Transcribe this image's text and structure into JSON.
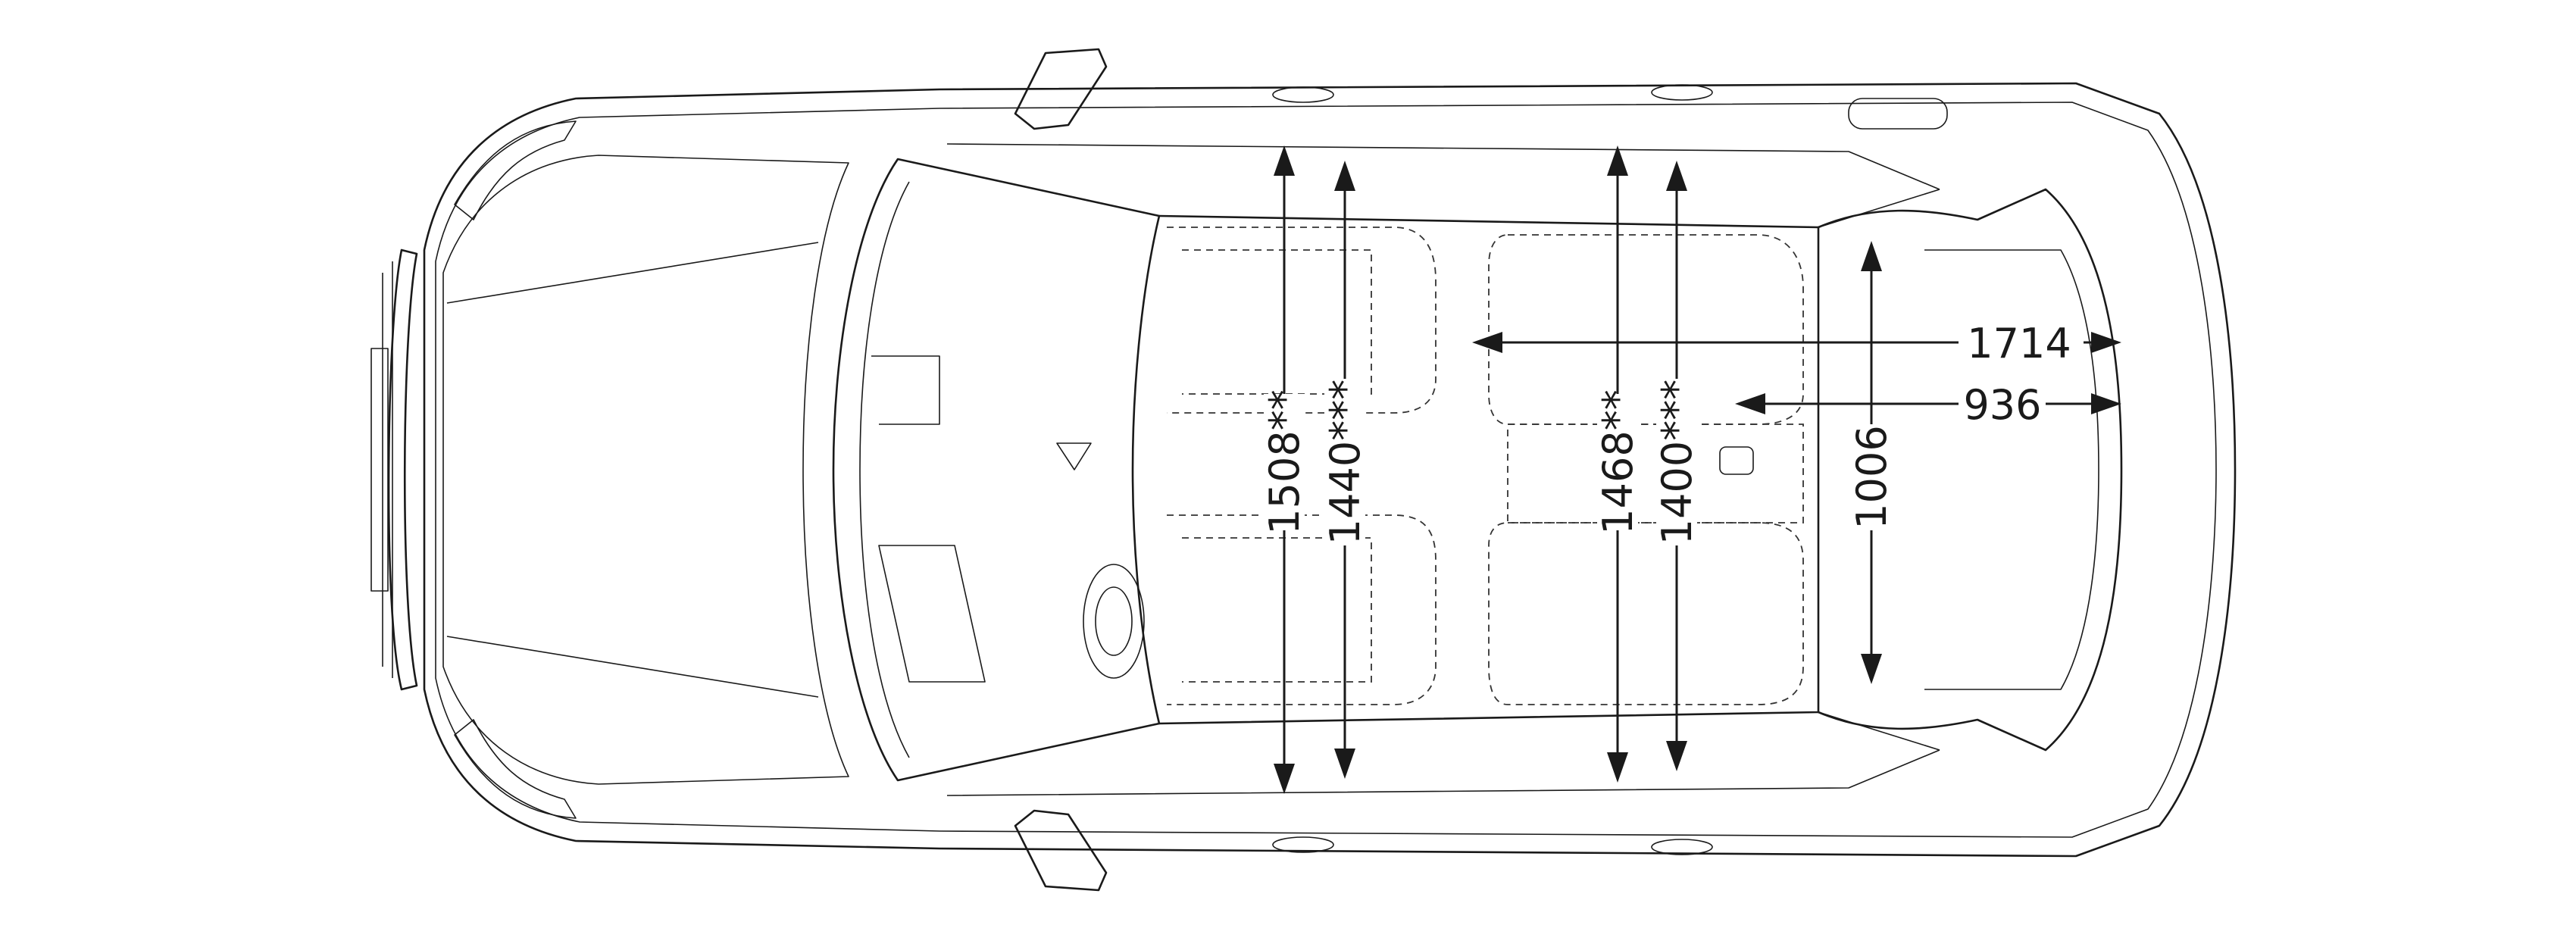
{
  "dimensions": {
    "front_elbow_width": "1508**",
    "front_shoulder_width": "1440***",
    "rear_elbow_width": "1468**",
    "rear_shoulder_width": "1400***",
    "trunk_length": "1714",
    "trunk_floor_length": "936",
    "trunk_width": "1006"
  }
}
